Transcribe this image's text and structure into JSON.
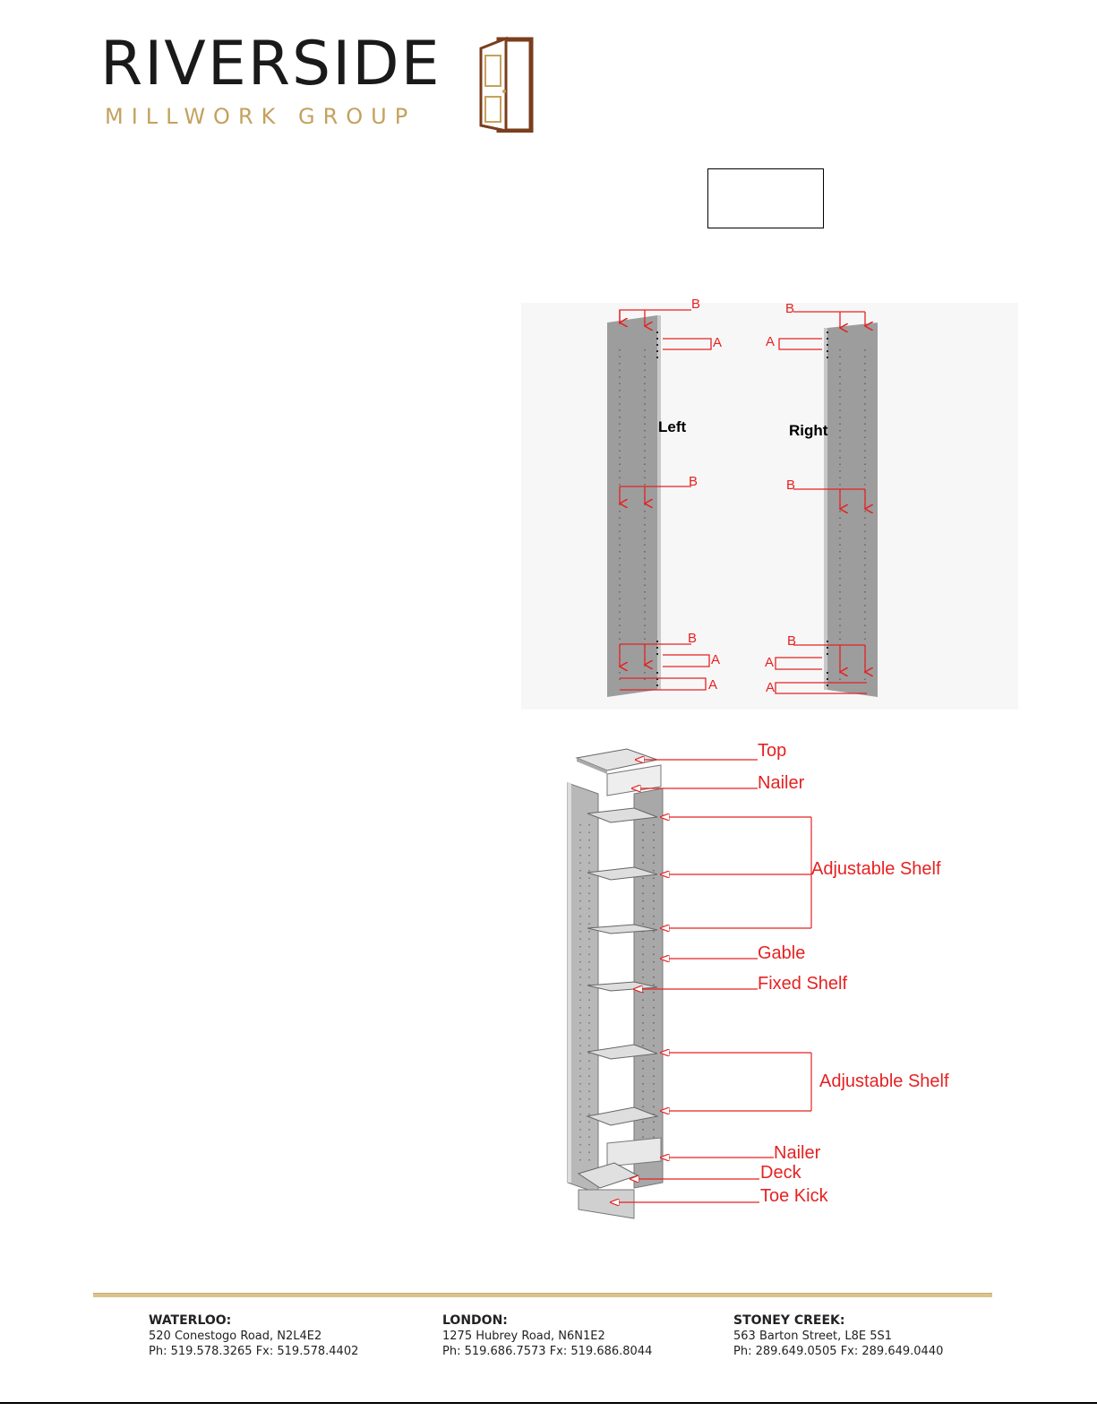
{
  "logo": {
    "name": "RIVERSIDE",
    "subtitle": "MILLWORK GROUP"
  },
  "figure_gables": {
    "left_label": "Left",
    "right_label": "Right",
    "marker_a": "A",
    "marker_b": "B"
  },
  "figure_cabinet": {
    "labels": {
      "top": "Top",
      "nailer_top": "Nailer",
      "adjustable_shelf_1": "Adjustable Shelf",
      "gable": "Gable",
      "fixed_shelf": "Fixed Shelf",
      "adjustable_shelf_2": "Adjustable Shelf",
      "nailer_bottom": "Nailer",
      "deck": "Deck",
      "toe_kick": "Toe Kick"
    }
  },
  "footer": {
    "locations": [
      {
        "city": "WATERLOO:",
        "address": "520 Conestogo Road, N2L4E2",
        "phone": "Ph: 519.578.3265 Fx: 519.578.4402"
      },
      {
        "city": "LONDON:",
        "address": "1275 Hubrey Road, N6N1E2",
        "phone": "Ph: 519.686.7573 Fx: 519.686.8044"
      },
      {
        "city": "STONEY CREEK:",
        "address": "563 Barton Street, L8E 5S1",
        "phone": "Ph: 289.649.0505 Fx: 289.649.0440"
      }
    ]
  },
  "colors": {
    "brand_dark": "#1a1a1a",
    "brand_gold": "#c4a15e",
    "door_brown": "#7a3e1d",
    "annotation_red": "#e52222",
    "panel_gray": "#9d9d9d"
  }
}
